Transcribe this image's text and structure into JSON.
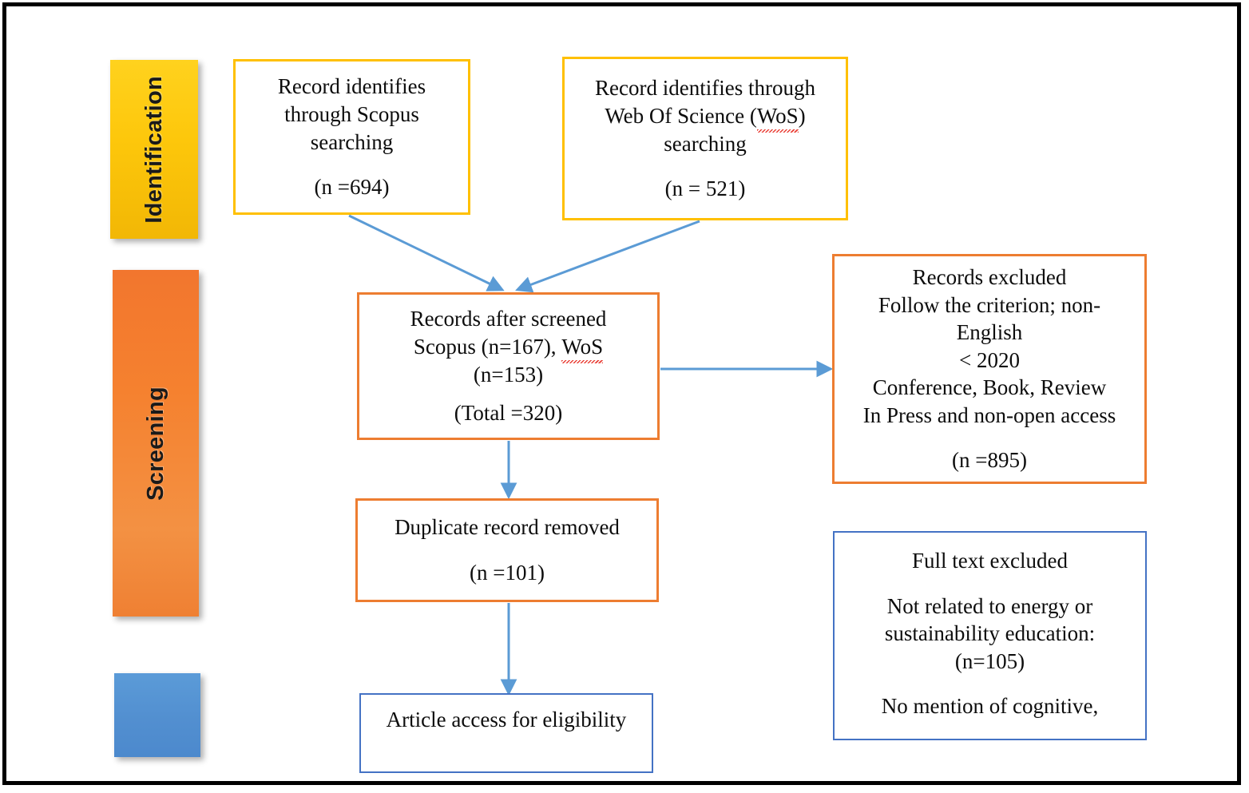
{
  "figure": {
    "type": "prisma-flow-diagram",
    "border_color": "#000000",
    "background": "#ffffff"
  },
  "stages": [
    {
      "id": "identification",
      "label": "Identification",
      "color": "#ffc000"
    },
    {
      "id": "screening",
      "label": "Screening",
      "color": "#ed7d31"
    },
    {
      "id": "eligibility",
      "label": "",
      "color": "#5b9bd5"
    }
  ],
  "boxes": {
    "scopus": {
      "border_color": "#ffc000",
      "line1": "Record identifies",
      "line2": "through Scopus",
      "line3": "searching",
      "count": "(n =694)"
    },
    "wos": {
      "border_color": "#ffc000",
      "line1": "Record identifies through",
      "line2_a": "Web Of Science (",
      "line2_b": "WoS",
      "line2_c": ")",
      "line3": "searching",
      "count": "(n = 521)"
    },
    "screened": {
      "border_color": "#ed7d31",
      "line1": "Records after screened",
      "line2_a": "Scopus (n=167), ",
      "line2_b": "WoS",
      "line3": "(n=153)",
      "total": "(Total =320)"
    },
    "excluded": {
      "border_color": "#ed7d31",
      "line1": "Records excluded",
      "line2": "Follow the criterion; non-",
      "line3": "English",
      "line4": "< 2020",
      "line5": "Conference, Book, Review",
      "line6": "In Press and non-open access",
      "count": "(n =895)"
    },
    "duplicate": {
      "border_color": "#ed7d31",
      "line1": "Duplicate record removed",
      "count": "(n =101)"
    },
    "fulltext": {
      "border_color": "#4472c4",
      "line1": "Full text excluded",
      "line2": "Not related to energy or",
      "line3": "sustainability education:",
      "count": "(n=105)",
      "line4": "No mention of cognitive,"
    },
    "eligibility": {
      "border_color": "#4472c4",
      "line1": "Article access for eligibility"
    }
  },
  "connectors": {
    "color": "#5b9bd5",
    "arrows": [
      {
        "name": "scopus-to-screened",
        "from": "scopus",
        "to": "screened"
      },
      {
        "name": "wos-to-screened",
        "from": "wos",
        "to": "screened"
      },
      {
        "name": "screened-to-excluded",
        "from": "screened",
        "to": "excluded"
      },
      {
        "name": "screened-to-duplicate",
        "from": "screened",
        "to": "duplicate"
      },
      {
        "name": "duplicate-to-eligibility",
        "from": "duplicate",
        "to": "eligibility"
      }
    ]
  }
}
